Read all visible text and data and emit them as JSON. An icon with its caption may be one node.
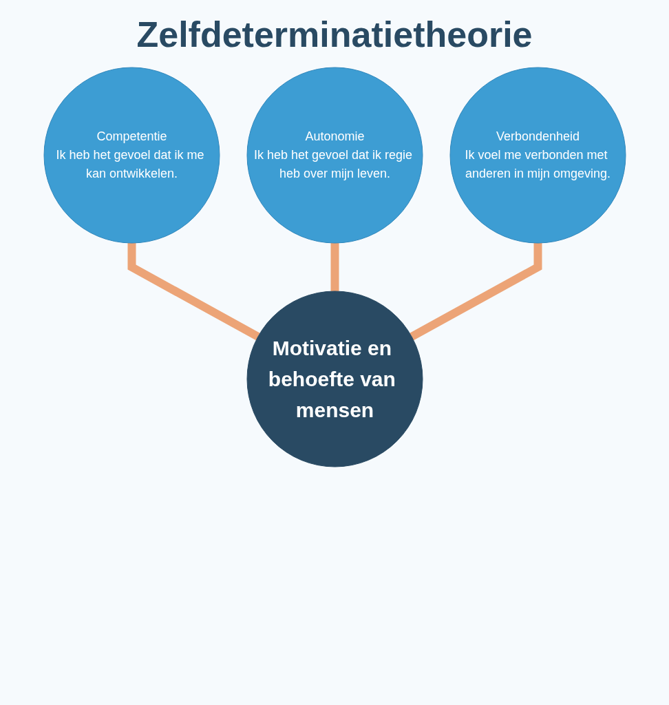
{
  "diagram": {
    "title": "Zelfdeterminatietheorie",
    "nodes": [
      {
        "text": [
          "Competentie",
          "Ik heb het gevoel dat ik me kan ontwikkelen."
        ]
      },
      {
        "text": [
          "Autonomie",
          "Ik heb het gevoel dat ik regie heb over mijn leven."
        ]
      },
      {
        "text": [
          "Verbondenheid",
          "Ik voel me verbonden met anderen in mijn omgeving."
        ]
      },
      {
        "text": [
          "Motivatie en behoefte van mensen"
        ]
      }
    ],
    "edges": [
      {
        "from": 0,
        "to": 3,
        "arrow": "none"
      },
      {
        "from": 1,
        "to": 3,
        "arrow": "none"
      },
      {
        "from": 2,
        "to": 3,
        "arrow": "none"
      }
    ]
  }
}
